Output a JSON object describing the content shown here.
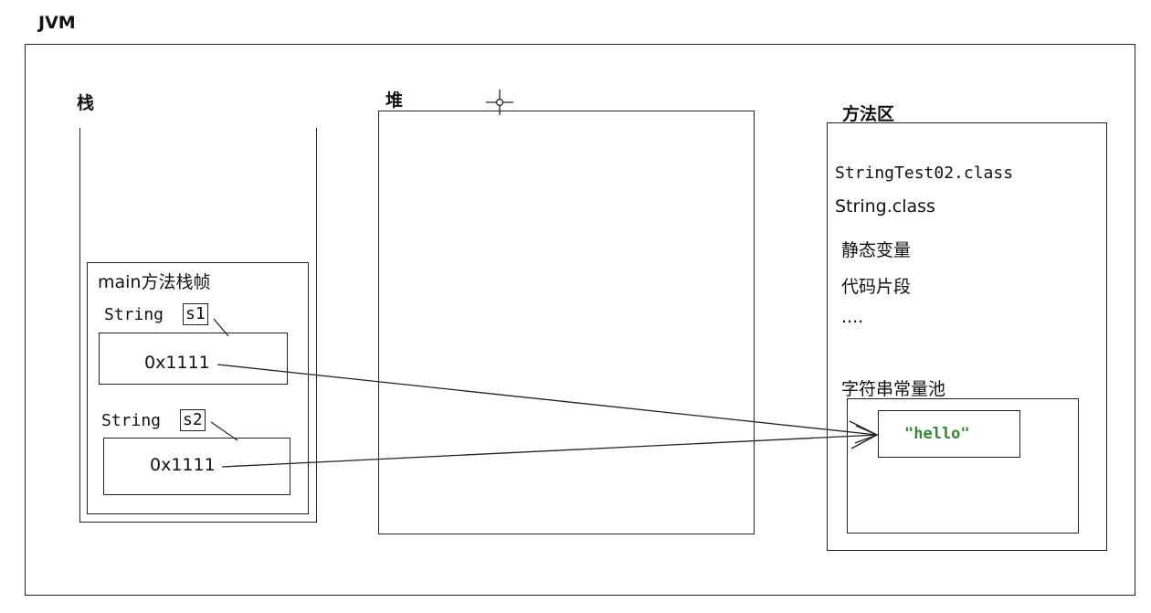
{
  "jvm_label": "JVM",
  "stack": {
    "label": "栈",
    "frame_label": "main方法栈帧",
    "var1": {
      "type": "String",
      "name": "s1",
      "value": "0x1111"
    },
    "var2": {
      "type": "String",
      "name": "s2",
      "value": "0x1111"
    }
  },
  "heap": {
    "label": "堆"
  },
  "method_area": {
    "label": "方法区",
    "items": [
      "StringTest02.class",
      "String.class",
      "静态变量",
      "代码片段",
      "...."
    ],
    "pool_label": "字符串常量池",
    "pool_value": "\"hello\""
  },
  "colors": {
    "hello_text": "#2e8b2e",
    "line": "#222222"
  }
}
